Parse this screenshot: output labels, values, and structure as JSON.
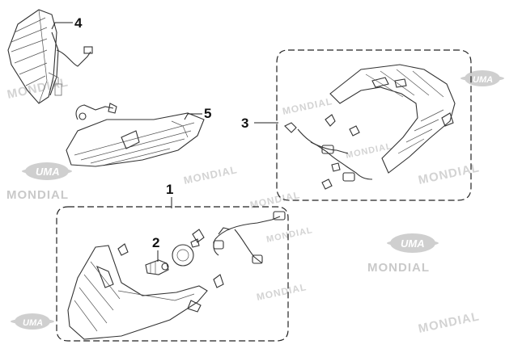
{
  "callouts": [
    "1",
    "2",
    "3",
    "4",
    "5"
  ],
  "watermark": {
    "logo_text": "UMA",
    "brand_text": "MONDIAL"
  }
}
